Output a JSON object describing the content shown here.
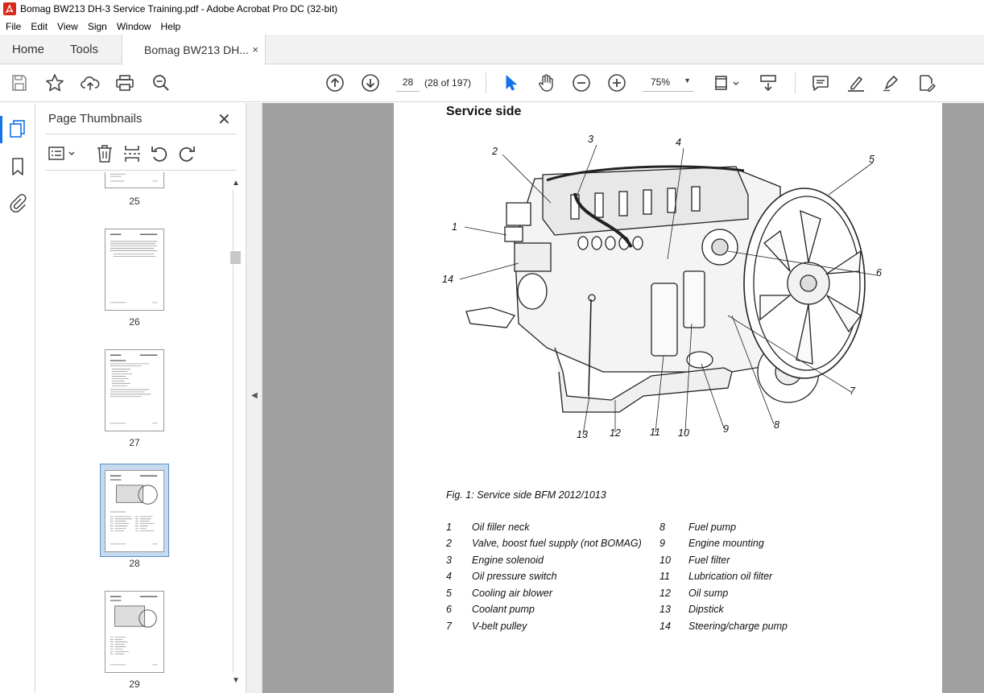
{
  "window": {
    "title": "Bomag BW213 DH-3 Service Training.pdf - Adobe Acrobat Pro DC (32-bit)"
  },
  "menubar": {
    "items": [
      "File",
      "Edit",
      "View",
      "Sign",
      "Window",
      "Help"
    ]
  },
  "tabs": {
    "home": "Home",
    "tools": "Tools",
    "document": "Bomag BW213 DH...",
    "close": "×"
  },
  "toolbar": {
    "page_current": "28",
    "page_count": "(28 of 197)",
    "zoom": "75%",
    "zoom_caret": "▼"
  },
  "panel": {
    "title": "Page Thumbnails",
    "close": "✕",
    "thumbnails": [
      {
        "label": "25"
      },
      {
        "label": "26"
      },
      {
        "label": "27"
      },
      {
        "label": "28",
        "selected": true
      },
      {
        "label": "29"
      }
    ]
  },
  "document": {
    "section_title": "Service side",
    "figure_caption": "Fig. 1: Service side BFM  2012/1013",
    "callout_numbers": [
      "1",
      "2",
      "3",
      "4",
      "5",
      "6",
      "7",
      "8",
      "9",
      "10",
      "11",
      "12",
      "13",
      "14"
    ],
    "legend": [
      {
        "num": "1",
        "text": "Oil filler neck"
      },
      {
        "num": "2",
        "text": "Valve, boost fuel supply (not BOMAG)"
      },
      {
        "num": "3",
        "text": "Engine solenoid"
      },
      {
        "num": "4",
        "text": "Oil pressure switch"
      },
      {
        "num": "5",
        "text": "Cooling air blower"
      },
      {
        "num": "6",
        "text": "Coolant pump"
      },
      {
        "num": "7",
        "text": "V-belt pulley"
      },
      {
        "num": "8",
        "text": "Fuel pump"
      },
      {
        "num": "9",
        "text": "Engine mounting"
      },
      {
        "num": "10",
        "text": "Fuel filter"
      },
      {
        "num": "11",
        "text": "Lubrication oil filter"
      },
      {
        "num": "12",
        "text": "Oil sump"
      },
      {
        "num": "13",
        "text": "Dipstick"
      },
      {
        "num": "14",
        "text": "Steering/charge pump"
      }
    ]
  },
  "colors": {
    "accent": "#1473e6",
    "doc_background": "#a0a0a0",
    "selected_thumb": "#c5d9ef"
  }
}
